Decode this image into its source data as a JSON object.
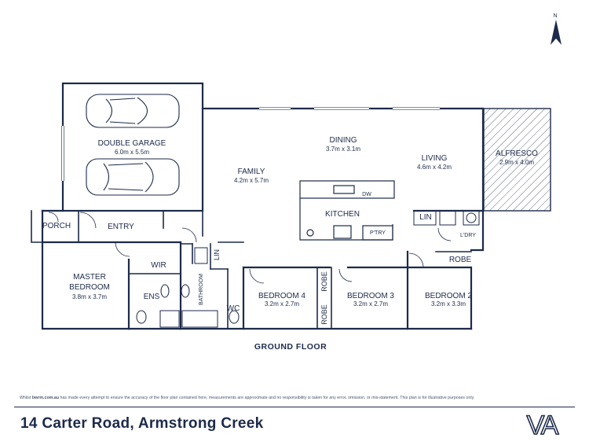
{
  "rooms": {
    "double_garage": {
      "name": "DOUBLE GARAGE",
      "dims": "6.0m x 5.5m"
    },
    "family": {
      "name": "FAMILY",
      "dims": "4.2m x 5.7m"
    },
    "dining": {
      "name": "DINING",
      "dims": "3.7m x 3.1m"
    },
    "living": {
      "name": "LIVING",
      "dims": "4.6m x 4.2m"
    },
    "alfresco": {
      "name": "ALFRESCO",
      "dims": "2.9m x 4.0m"
    },
    "kitchen": {
      "name": "KITCHEN"
    },
    "dw": {
      "name": "DW"
    },
    "pantry": {
      "name": "P'TRY"
    },
    "porch": {
      "name": "PORCH"
    },
    "entry": {
      "name": "ENTRY"
    },
    "master_bedroom": {
      "name_line1": "MASTER",
      "name_line2": "BEDROOM",
      "dims": "3.8m x 3.7m"
    },
    "wir": {
      "name": "WIR"
    },
    "ens": {
      "name": "ENS"
    },
    "bathroom": {
      "name": "BATHROOM"
    },
    "lin_hall": {
      "name": "LIN"
    },
    "wc": {
      "name": "WC"
    },
    "bedroom4": {
      "name": "BEDROOM 4",
      "dims": "3.2m x 2.7m"
    },
    "bedroom3": {
      "name": "BEDROOM 3",
      "dims": "3.2m x 2.7m"
    },
    "bedroom2": {
      "name": "BEDROOM 2",
      "dims": "3.2m x 3.3m"
    },
    "robe_a": {
      "name": "ROBE"
    },
    "robe_b": {
      "name": "ROBE"
    },
    "robe_c": {
      "name": "ROBE"
    },
    "lin_laundry": {
      "name": "LIN"
    },
    "laundry": {
      "name": "L'DRY"
    }
  },
  "floor_title": "GROUND FLOOR",
  "compass": {
    "label": "N"
  },
  "disclaimer": {
    "prefix": "Whilst ",
    "site": "bwrm.com.au",
    "text": " has made every attempt to ensure the accuracy of the floor plan contained here, measurements are approximate and no responsibility is taken for any error, omission, or mis-statement. This plan is for illustrative purposes only."
  },
  "address": "14 Carter Road, Armstrong Creek",
  "logo": {
    "text": "VA"
  },
  "colors": {
    "ink": "#1c2a4a",
    "background": "#ffffff"
  }
}
